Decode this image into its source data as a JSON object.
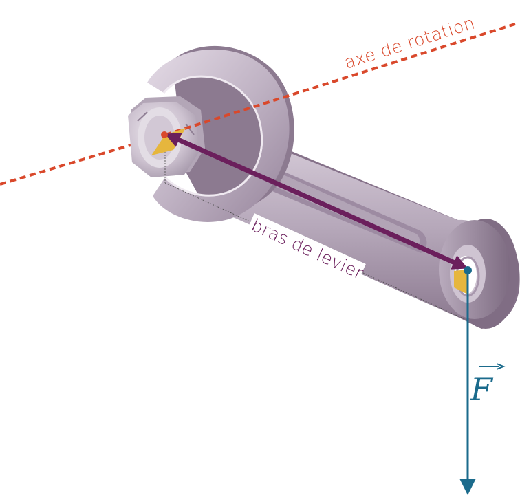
{
  "labels": {
    "rotation_axis": "axe de rotation",
    "lever_arm": "bras de levier",
    "force": "F"
  },
  "colors": {
    "rotation_axis": "#d9482b",
    "lever_arm": "#6b1f5c",
    "force": "#1b6b8c",
    "highlight": "#e6b63d",
    "wrench_light": "#d3c8d6",
    "wrench_mid": "#a897ad",
    "wrench_dark": "#7c6a80"
  },
  "icons": {
    "tool": "wrench-icon",
    "fastener": "nut-icon"
  }
}
